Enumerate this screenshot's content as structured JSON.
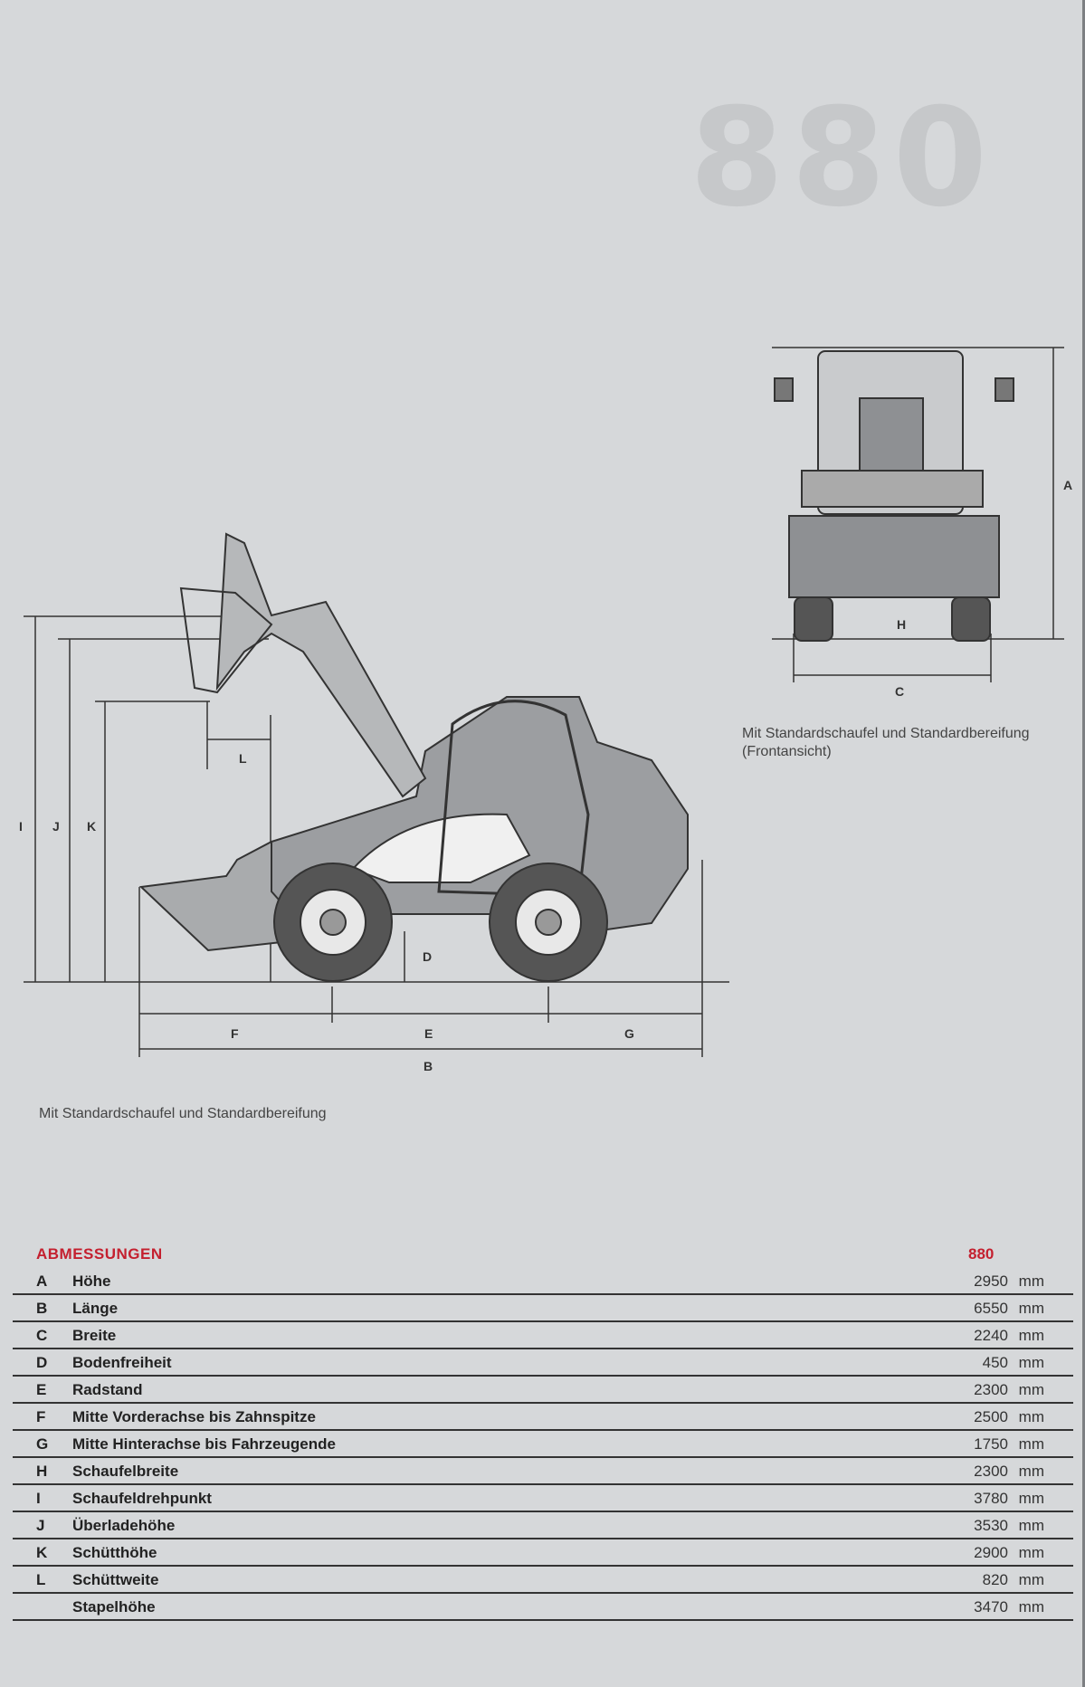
{
  "model_watermark": "880",
  "side_view": {
    "caption": "Mit Standardschaufel und Standardbereifung",
    "labels": {
      "I": "I",
      "J": "J",
      "K": "K",
      "L": "L",
      "D": "D",
      "E": "E",
      "F": "F",
      "G": "G",
      "B": "B"
    }
  },
  "front_view": {
    "caption_line1": "Mit Standardschaufel und Standardbereifung",
    "caption_line2": "(Frontansicht)",
    "labels": {
      "A": "A",
      "H": "H",
      "C": "C"
    }
  },
  "table": {
    "title": "ABMESSUNGEN",
    "model": "880",
    "unit": "mm",
    "rows": [
      {
        "key": "A",
        "label": "Höhe",
        "value": "2950"
      },
      {
        "key": "B",
        "label": "Länge",
        "value": "6550"
      },
      {
        "key": "C",
        "label": "Breite",
        "value": "2240"
      },
      {
        "key": "D",
        "label": "Bodenfreiheit",
        "value": "450"
      },
      {
        "key": "E",
        "label": "Radstand",
        "value": "2300"
      },
      {
        "key": "F",
        "label": "Mitte Vorderachse bis Zahnspitze",
        "value": "2500"
      },
      {
        "key": "G",
        "label": "Mitte Hinterachse bis Fahrzeugende",
        "value": "1750"
      },
      {
        "key": "H",
        "label": "Schaufelbreite",
        "value": "2300"
      },
      {
        "key": "I",
        "label": "Schaufeldrehpunkt",
        "value": "3780"
      },
      {
        "key": "J",
        "label": "Überladehöhe",
        "value": "3530"
      },
      {
        "key": "K",
        "label": "Schütthöhe",
        "value": "2900"
      },
      {
        "key": "L",
        "label": "Schüttweite",
        "value": "820"
      },
      {
        "key": "",
        "label": "Stapelhöhe",
        "value": "3470"
      }
    ]
  }
}
